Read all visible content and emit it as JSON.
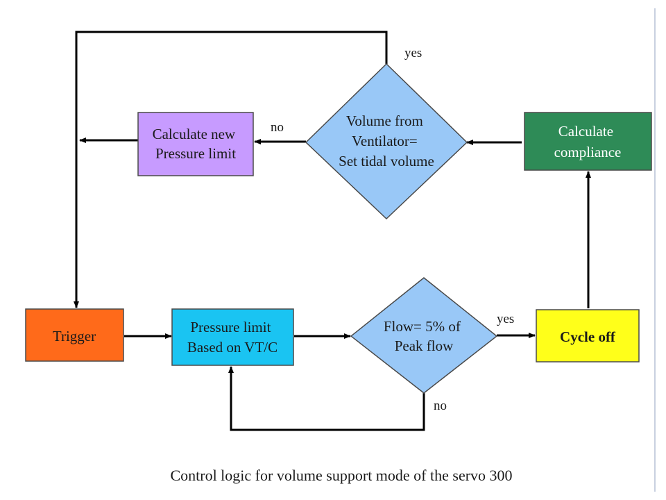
{
  "nodes": {
    "calc_pressure": {
      "lines": [
        "Calculate new",
        "Pressure limit"
      ],
      "color": "#c79bff"
    },
    "volume_check": {
      "lines": [
        "Volume from",
        "Ventilator=",
        "Set tidal volume"
      ],
      "color": "#99c8f7"
    },
    "calc_compliance": {
      "lines": [
        "Calculate",
        "compliance"
      ],
      "color": "#2e8b57"
    },
    "trigger": {
      "lines": [
        "Trigger"
      ],
      "color": "#ff6a1a"
    },
    "pressure_limit": {
      "lines": [
        "Pressure limit",
        "Based on VT/C"
      ],
      "color": "#1ac4f2"
    },
    "flow_check": {
      "lines": [
        "Flow= 5% of",
        "Peak flow"
      ],
      "color": "#99c8f7"
    },
    "cycle_off": {
      "lines": [
        "Cycle off"
      ],
      "color": "#ffff1a"
    }
  },
  "edge_labels": {
    "volume_yes": "yes",
    "volume_no": "no",
    "flow_yes": "yes",
    "flow_no": "no"
  },
  "caption": "Control logic for volume support mode of the servo 300"
}
